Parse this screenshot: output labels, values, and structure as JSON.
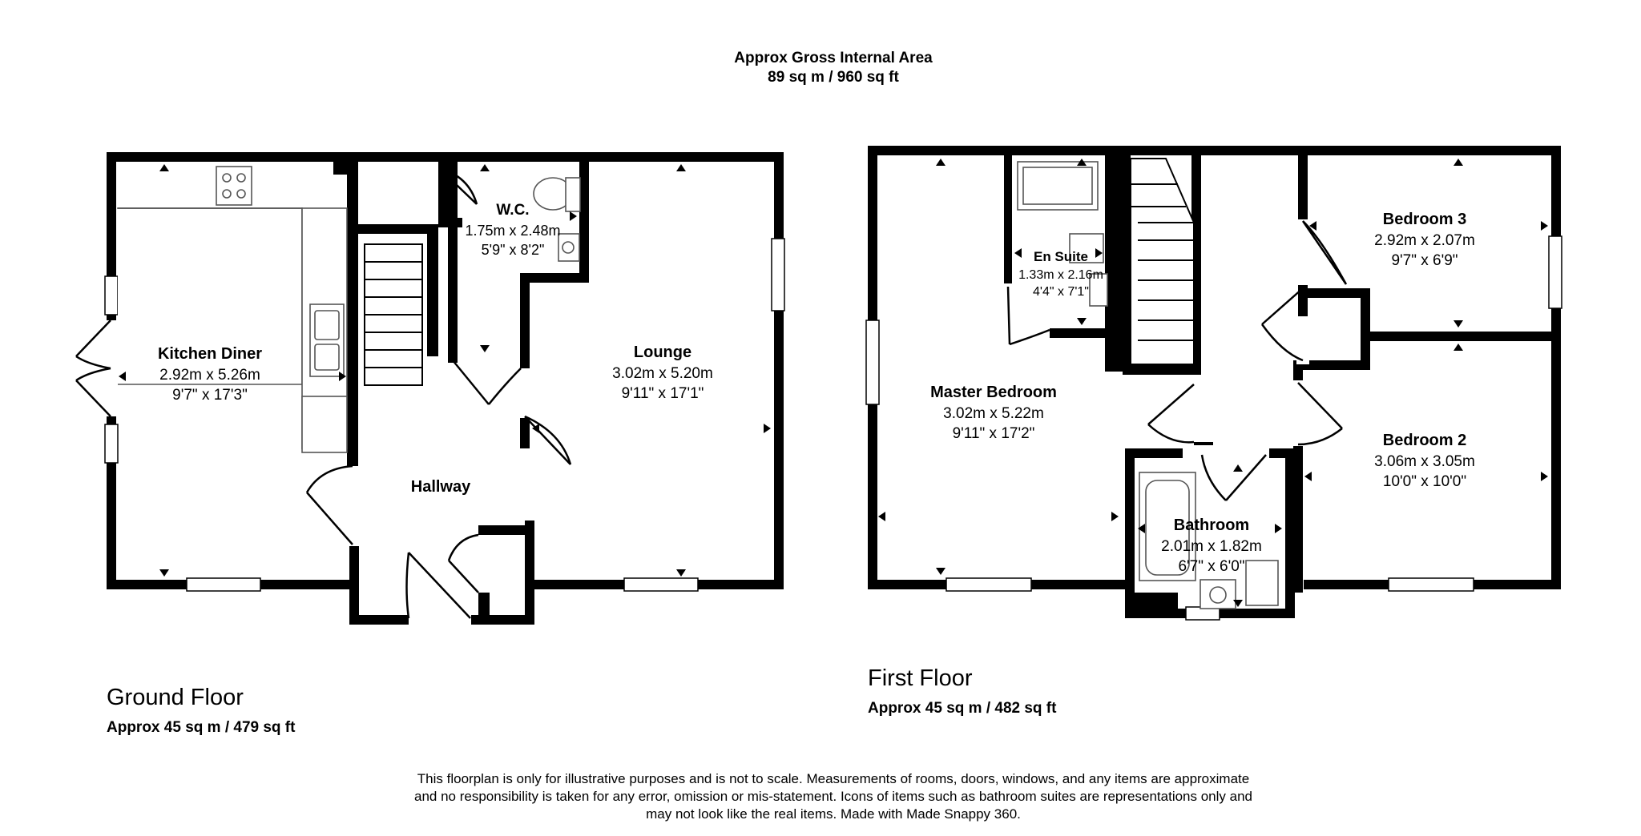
{
  "header": {
    "title": "Approx Gross Internal Area",
    "area": "89 sq m / 960 sq ft"
  },
  "floors": [
    {
      "name": "Ground Floor",
      "area": "Approx 45 sq m / 479 sq ft",
      "rooms": [
        {
          "name": "Kitchen Diner",
          "metric": "2.92m x 5.26m",
          "imperial": "9'7\" x 17'3\""
        },
        {
          "name": "W.C.",
          "metric": "1.75m x 2.48m",
          "imperial": "5'9\" x 8'2\""
        },
        {
          "name": "Lounge",
          "metric": "3.02m x 5.20m",
          "imperial": "9'11\" x 17'1\""
        },
        {
          "name": "Hallway"
        }
      ]
    },
    {
      "name": "First Floor",
      "area": "Approx 45 sq m / 482 sq ft",
      "rooms": [
        {
          "name": "Master Bedroom",
          "metric": "3.02m x 5.22m",
          "imperial": "9'11\" x 17'2\""
        },
        {
          "name": "En Suite",
          "metric": "1.33m x 2.16m",
          "imperial": "4'4\" x 7'1\""
        },
        {
          "name": "Bedroom 3",
          "metric": "2.92m x 2.07m",
          "imperial": "9'7\" x 6'9\""
        },
        {
          "name": "Bedroom 2",
          "metric": "3.06m x 3.05m",
          "imperial": "10'0\" x 10'0\""
        },
        {
          "name": "Bathroom",
          "metric": "2.01m x 1.82m",
          "imperial": "6'7\" x 6'0\""
        }
      ]
    }
  ],
  "disclaimer": [
    "This floorplan is only for illustrative purposes and is not to scale. Measurements of rooms, doors, windows, and any items are approximate",
    "and no responsibility is taken for any error, omission or mis-statement. Icons of items such as bathroom suites are representations only and",
    "may not look like the real items. Made with Made Snappy 360."
  ]
}
